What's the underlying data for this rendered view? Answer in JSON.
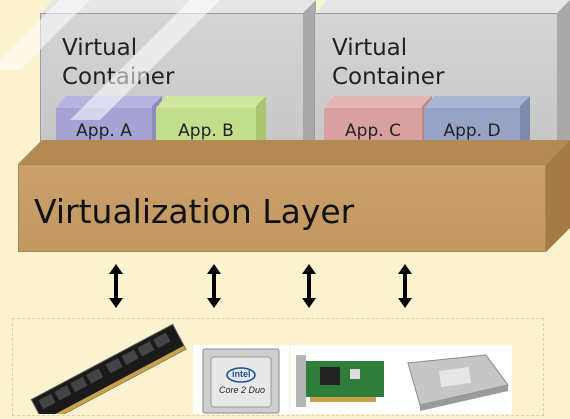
{
  "containers": [
    {
      "label": "Virtual\nContainer"
    },
    {
      "label": "Virtual\nContainer"
    }
  ],
  "apps": [
    {
      "label": "App. A",
      "color": "#a6a3d4",
      "top": "#b7b4e0",
      "side": "#8e8bc0"
    },
    {
      "label": "App. B",
      "color": "#c2dd8b",
      "top": "#d0e7a2",
      "side": "#a9c66f"
    },
    {
      "label": "App. C",
      "color": "#d8a0a0",
      "top": "#e3b4b4",
      "side": "#c08585"
    },
    {
      "label": "App. D",
      "color": "#96a3c4",
      "top": "#aab5d1",
      "side": "#7e8bad"
    }
  ],
  "virtualization_layer": {
    "label": "Virtualization Layer"
  },
  "hardware": {
    "cpu_brand": "intel",
    "cpu_model": "Core 2 Duo"
  },
  "icons": [
    "double-arrow-icon",
    "ram-module-icon",
    "cpu-icon",
    "network-card-icon",
    "hard-drive-icon"
  ]
}
